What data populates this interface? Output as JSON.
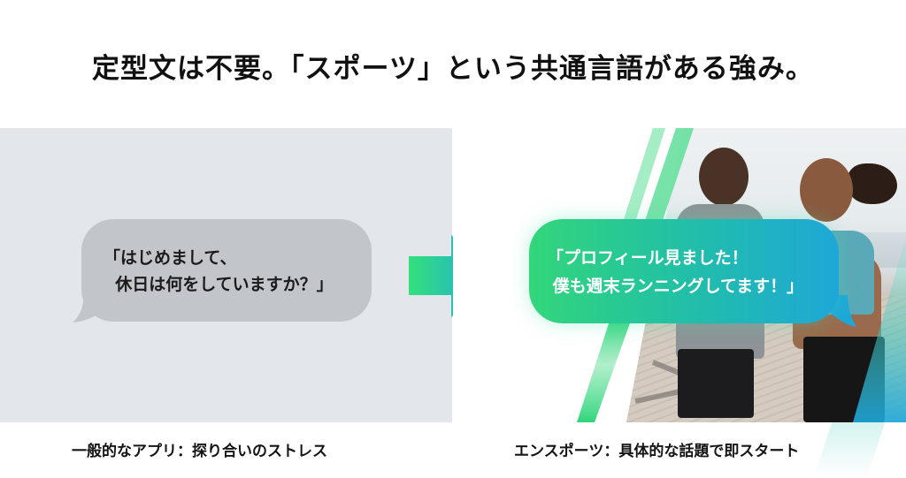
{
  "title": "定型文は不要。「スポーツ」という共通言語がある強み。",
  "left": {
    "bubble_line1": "「はじめまして、",
    "bubble_line2": "  休日は何をしていますか？」",
    "caption": "一般的なアプリ：探り合いのストレス",
    "panel_color": "#e3e6ea",
    "bubble_color": "#c2c5ca"
  },
  "arrow": {
    "icon": "arrow-right-icon",
    "gradient_start": "#33e07a",
    "gradient_end": "#1ea7e0"
  },
  "right": {
    "bubble_line1": "「プロフィール見ました！",
    "bubble_line2": " 僕も週末ランニングしてます！」",
    "caption": "エンスポーツ：具体的な話題で即スタート",
    "photo": "two-runners-laughing-on-seaside-promenade",
    "bubble_gradient": [
      "#33d67a",
      "#22c2a2",
      "#1ea7d8"
    ]
  }
}
